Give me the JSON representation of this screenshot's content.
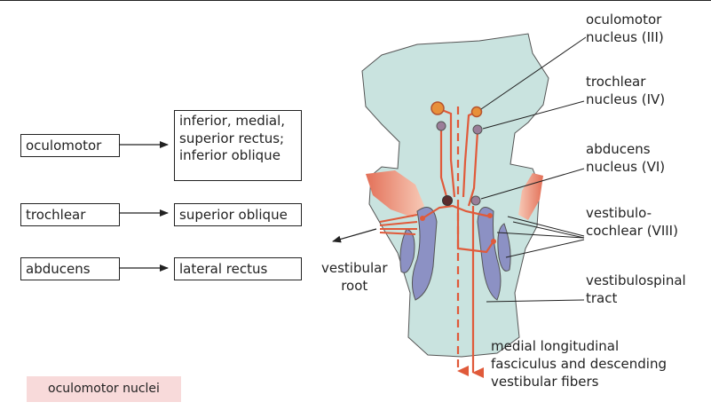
{
  "left_boxes": {
    "oculomotor": {
      "nerve": "oculomotor",
      "targets": "inferior, medial,\nsuperior rectus;\ninferior  oblique"
    },
    "trochlear": {
      "nerve": "trochlear",
      "targets": "superior oblique"
    },
    "abducens": {
      "nerve": "abducens",
      "targets": "lateral rectus"
    }
  },
  "labels": {
    "oculomotor_nucleus": "oculomotor\nnucleus (III)",
    "trochlear_nucleus": "trochlear\nnucleus (IV)",
    "abducens_nucleus": "abducens\nnucleus (VI)",
    "vestibulocochlear": "vestibulo-\ncochlear (VIII)",
    "vestibulospinal": "vestibulospinal\ntract",
    "vestibular_root": "vestibular\nroot",
    "mlf": "medial longitudinal\nfasciculus and descending\nvestibular fibers"
  },
  "legend": "oculomotor nuclei",
  "colors": {
    "brainstem": "#c9e3df",
    "pathway": "#e05a3a",
    "nucleus_orange": "#e8903a",
    "nucleus_mauve": "#9a7e99",
    "vestibular_nuclei": "#8c91c4",
    "legend_bg": "#f8dada"
  }
}
